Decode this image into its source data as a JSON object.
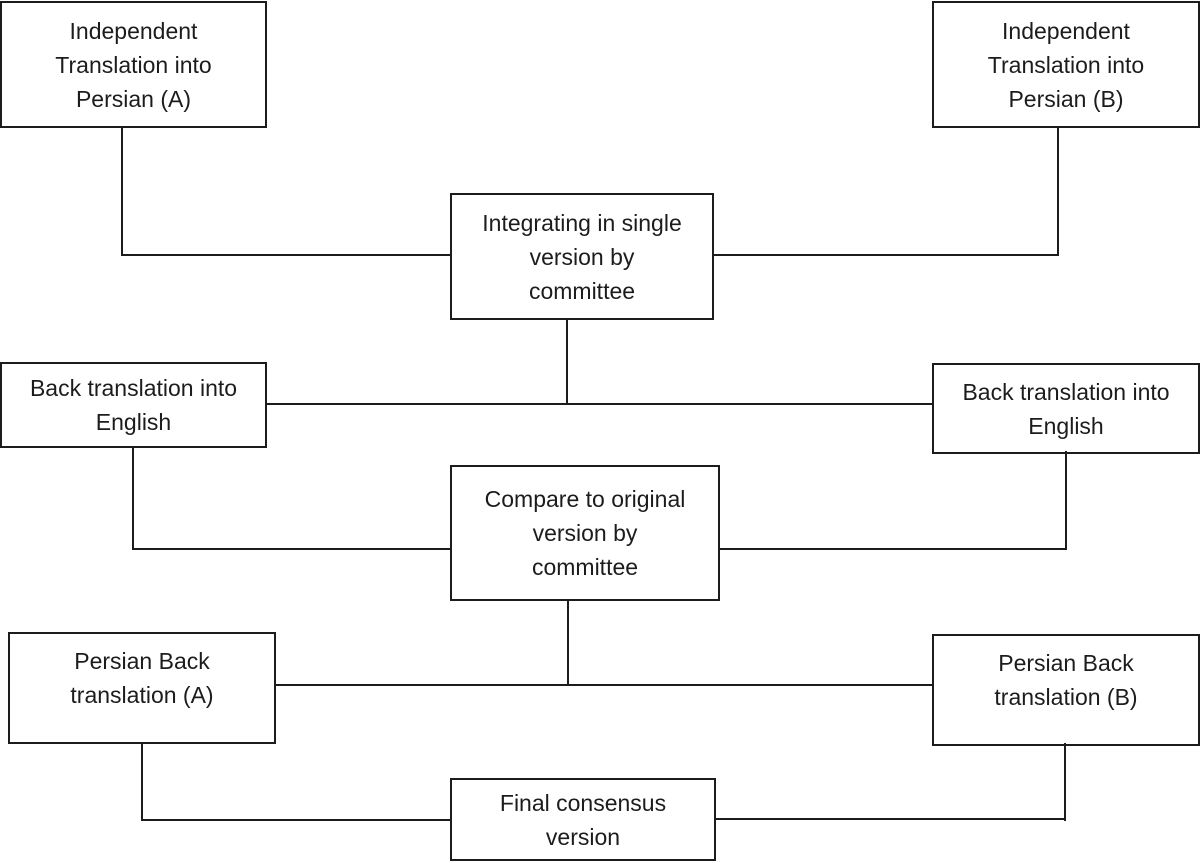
{
  "colors": {
    "background": "#ffffff",
    "line": "#1c1c1c",
    "text": "#1c1c1c"
  },
  "nodes": [
    {
      "id": "independent-translation-a",
      "label": "Independent\nTranslation into\nPersian (A)"
    },
    {
      "id": "independent-translation-b",
      "label": "Independent\nTranslation into\nPersian (B)"
    },
    {
      "id": "integrate-single-version",
      "label": "Integrating in single\nversion by\ncommittee"
    },
    {
      "id": "back-translation-left",
      "label": "Back translation into\nEnglish"
    },
    {
      "id": "back-translation-right",
      "label": "Back translation into\nEnglish"
    },
    {
      "id": "compare-to-original",
      "label": "Compare to original\nversion by\ncommittee"
    },
    {
      "id": "persian-back-translation-a",
      "label": "Persian Back\ntranslation (A)"
    },
    {
      "id": "persian-back-translation-b",
      "label": "Persian Back\ntranslation (B)"
    },
    {
      "id": "final-consensus-version",
      "label": "Final consensus\nversion"
    }
  ]
}
